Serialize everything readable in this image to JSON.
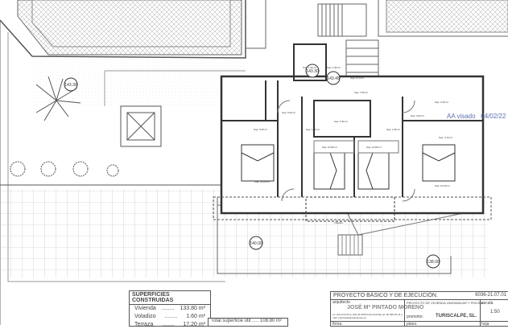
{
  "levels": [
    "143.30",
    "143.45",
    "143.30",
    "140.00",
    "138.00"
  ],
  "rooms": [
    "Sup: 1.90 m²",
    "Sup: 1.90 m²",
    "Sup: 8.73 m²",
    "Sup: 7.50 m²",
    "Sup: 5.60 m²",
    "Sup: 5.90 m²",
    "Sup: 5.30 m²",
    "Sup: 1.80 m²",
    "Sup: 1.80 m²",
    "Sup: 3.20 m²",
    "Sup: 3.60 m²",
    "Sup: 4.70 m²",
    "Sup: 10.80 m²",
    "Sup: 10.80 m²",
    "Sup: 18.00 m²",
    "Sup: 16.00 m²",
    "Voladizo"
  ],
  "surfaces": {
    "title": "SUPERFICIES CONSTRUIDAS",
    "rows": [
      {
        "label": "Vivienda",
        "dots": "........",
        "value": "133.80 m²"
      },
      {
        "label": "Voladizo",
        "dots": "........",
        "value": "1.60 m²"
      },
      {
        "label": "Terraza",
        "dots": "........",
        "value": "17.20 m²"
      }
    ],
    "total": "Total superficie útil ..... 108.80 m²"
  },
  "title_block": {
    "project_type": "PROYECTO BÁSICO Y DE EJECUCIÓN.",
    "code": "6036-21.07.01",
    "architect_label": "arquitecto",
    "architect": "JOSÉ Mª PINTADO MORENO",
    "architect_contact": "Av. GALICIA 25-A, ESC.B 03670 (ALICANTE) tel. 96 585 35 44  e-mail: jmpintado@arquitectos.es",
    "project_desc": "PROYECTO DE VIVIENDA UNIFAMILIAR Y PISCINA.",
    "promoter_label": "promotor.",
    "promoter": "TURISCALPE, SL.",
    "scale_label": "escala",
    "scale": "1:50",
    "sign_label": "firma.",
    "plan_label": "plano.",
    "sheet_label": "hoja"
  },
  "watermark": {
    "text": "AA visado",
    "date": "04/02/22"
  }
}
